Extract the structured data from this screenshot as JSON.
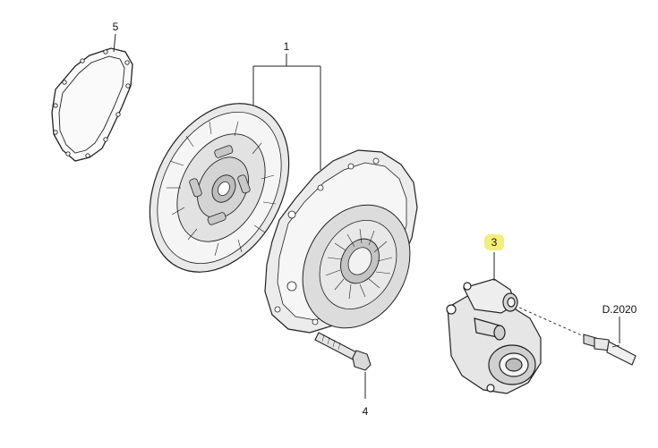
{
  "callouts": {
    "c1": "1",
    "c3": "3",
    "c4": "4",
    "c5": "5"
  },
  "reference": {
    "code": "D.2020"
  },
  "colors": {
    "line": "#222222",
    "highlight": "#f4ee7a",
    "part_fill": "#f2f2f2",
    "part_shade": "#c9c9c9"
  },
  "highlighted_callout": "3"
}
